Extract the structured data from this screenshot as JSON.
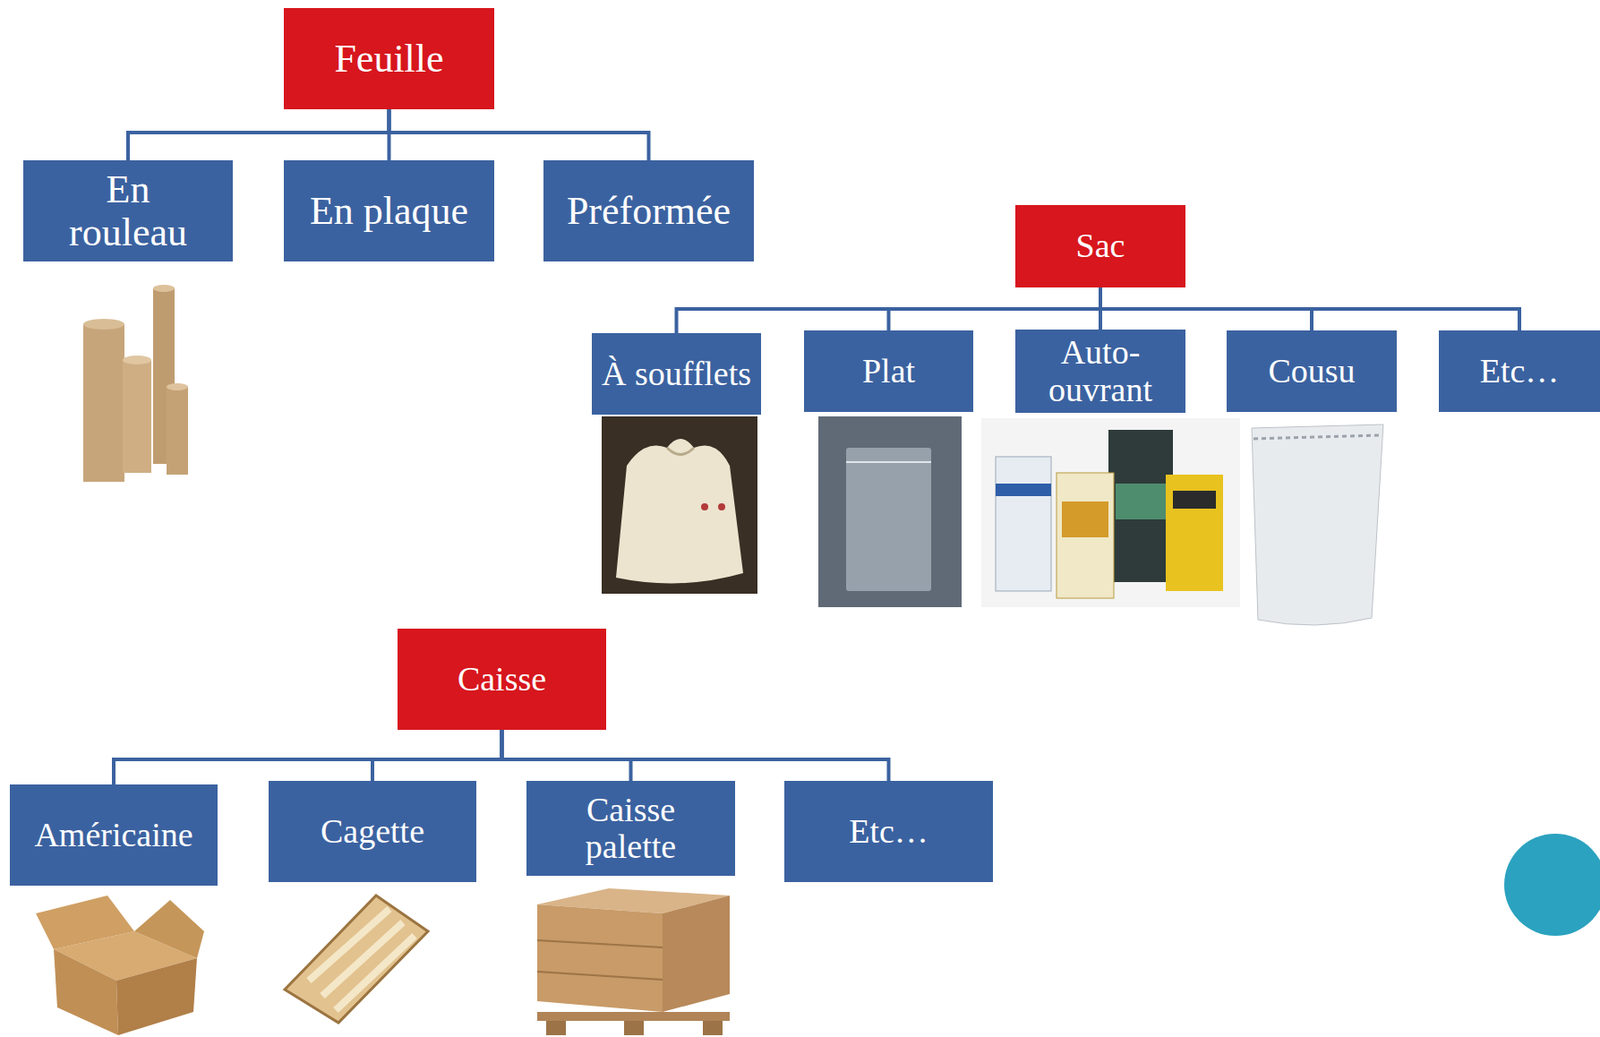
{
  "diagram": {
    "nodes": [
      {
        "text": [
          "Feuille"
        ]
      },
      {
        "text": [
          "En rouleau"
        ]
      },
      {
        "text": [
          "En plaque"
        ]
      },
      {
        "text": [
          "Préformée"
        ]
      },
      {
        "text": [
          "Sac"
        ]
      },
      {
        "text": [
          "À soufflets"
        ]
      },
      {
        "text": [
          "Plat"
        ]
      },
      {
        "text": [
          "Auto- ouvrant"
        ]
      },
      {
        "text": [
          "Cousu"
        ]
      },
      {
        "text": [
          "Etc…"
        ]
      },
      {
        "text": [
          "Caisse"
        ]
      },
      {
        "text": [
          "Américaine"
        ]
      },
      {
        "text": [
          "Cagette"
        ]
      },
      {
        "text": [
          "Caisse palette"
        ]
      },
      {
        "text": [
          "Etc…"
        ]
      }
    ],
    "edges": [
      {
        "from": 0,
        "to": 1,
        "arrow": "none"
      },
      {
        "from": 0,
        "to": 2,
        "arrow": "none"
      },
      {
        "from": 0,
        "to": 3,
        "arrow": "none"
      },
      {
        "from": 4,
        "to": 5,
        "arrow": "none"
      },
      {
        "from": 4,
        "to": 6,
        "arrow": "none"
      },
      {
        "from": 4,
        "to": 7,
        "arrow": "none"
      },
      {
        "from": 4,
        "to": 8,
        "arrow": "none"
      },
      {
        "from": 4,
        "to": 9,
        "arrow": "none"
      },
      {
        "from": 10,
        "to": 11,
        "arrow": "none"
      },
      {
        "from": 10,
        "to": 12,
        "arrow": "none"
      },
      {
        "from": 10,
        "to": 13,
        "arrow": "none"
      },
      {
        "from": 10,
        "to": 14,
        "arrow": "none"
      }
    ]
  }
}
